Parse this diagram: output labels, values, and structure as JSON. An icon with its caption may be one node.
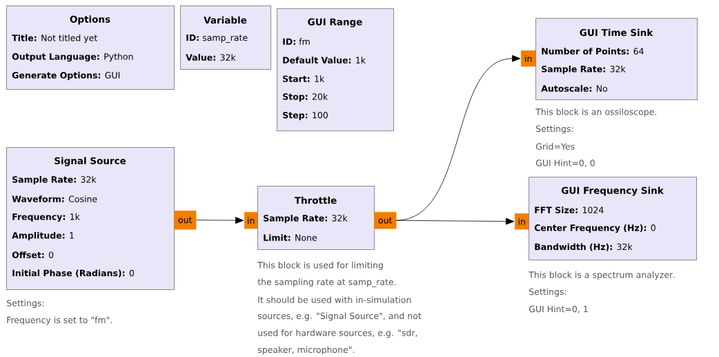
{
  "diagram": {
    "nodes": [
      {
        "text": [
          "Options",
          "**Title:** Not titled yet",
          "**Output Language:** Python",
          "**Generate Options:** GUI"
        ]
      },
      {
        "text": [
          "Variable",
          "**ID:** samp_rate",
          "**Value:** 32k"
        ]
      },
      {
        "text": [
          "GUI Range",
          "**ID:** fm",
          "**Default Value:** 1k",
          "**Start:** 1k",
          "**Stop:** 20k",
          "**Step:** 100"
        ]
      },
      {
        "text": [
          "GUI Time Sink",
          "**Number of Points:** 64",
          "**Sample Rate:** 32k",
          "**Autoscale:** No"
        ],
        "beside": [
          "This block is an ossiloscope.",
          "Settings:",
          "Grid=Yes",
          "GUI Hint=0, 0"
        ]
      },
      {
        "text": [
          "in"
        ]
      },
      {
        "text": [
          "Signal Source",
          "**Sample Rate:** 32k",
          "**Waveform:** Cosine",
          "**Frequency:** 1k",
          "**Amplitude:** 1",
          "**Offset:** 0",
          "**Initial Phase (Radians):** 0"
        ],
        "beside": [
          "Settings:",
          "Frequency is set to \"fm\"."
        ]
      },
      {
        "text": [
          "out"
        ]
      },
      {
        "text": [
          "in"
        ]
      },
      {
        "text": [
          "Throttle",
          "**Sample Rate:** 32k",
          "**Limit:** None"
        ],
        "beside": [
          "This block is used for limiting",
          "the sampling rate at samp_rate.",
          "It should be used with in-simulation",
          "sources, e.g. \"Signal Source\", and not",
          "used for hardware sources, e.g. \"sdr,",
          "speaker, microphone\"."
        ]
      },
      {
        "text": [
          "out"
        ]
      },
      {
        "text": [
          "in"
        ]
      },
      {
        "text": [
          "GUI Frequency Sink",
          "**FFT Size:** 1024",
          "**Center Frequency (Hz):** 0",
          "**Bandwidth (Hz):** 32k"
        ],
        "beside": [
          "This block is a spectrum analyzer.",
          "Settings:",
          "GUI Hint=0, 1"
        ]
      }
    ],
    "edges": [
      {
        "from": 6,
        "to": 7,
        "arrow": "to"
      },
      {
        "from": 9,
        "to": 4,
        "arrow": "to"
      },
      {
        "from": 9,
        "to": 10,
        "arrow": "to"
      }
    ]
  }
}
